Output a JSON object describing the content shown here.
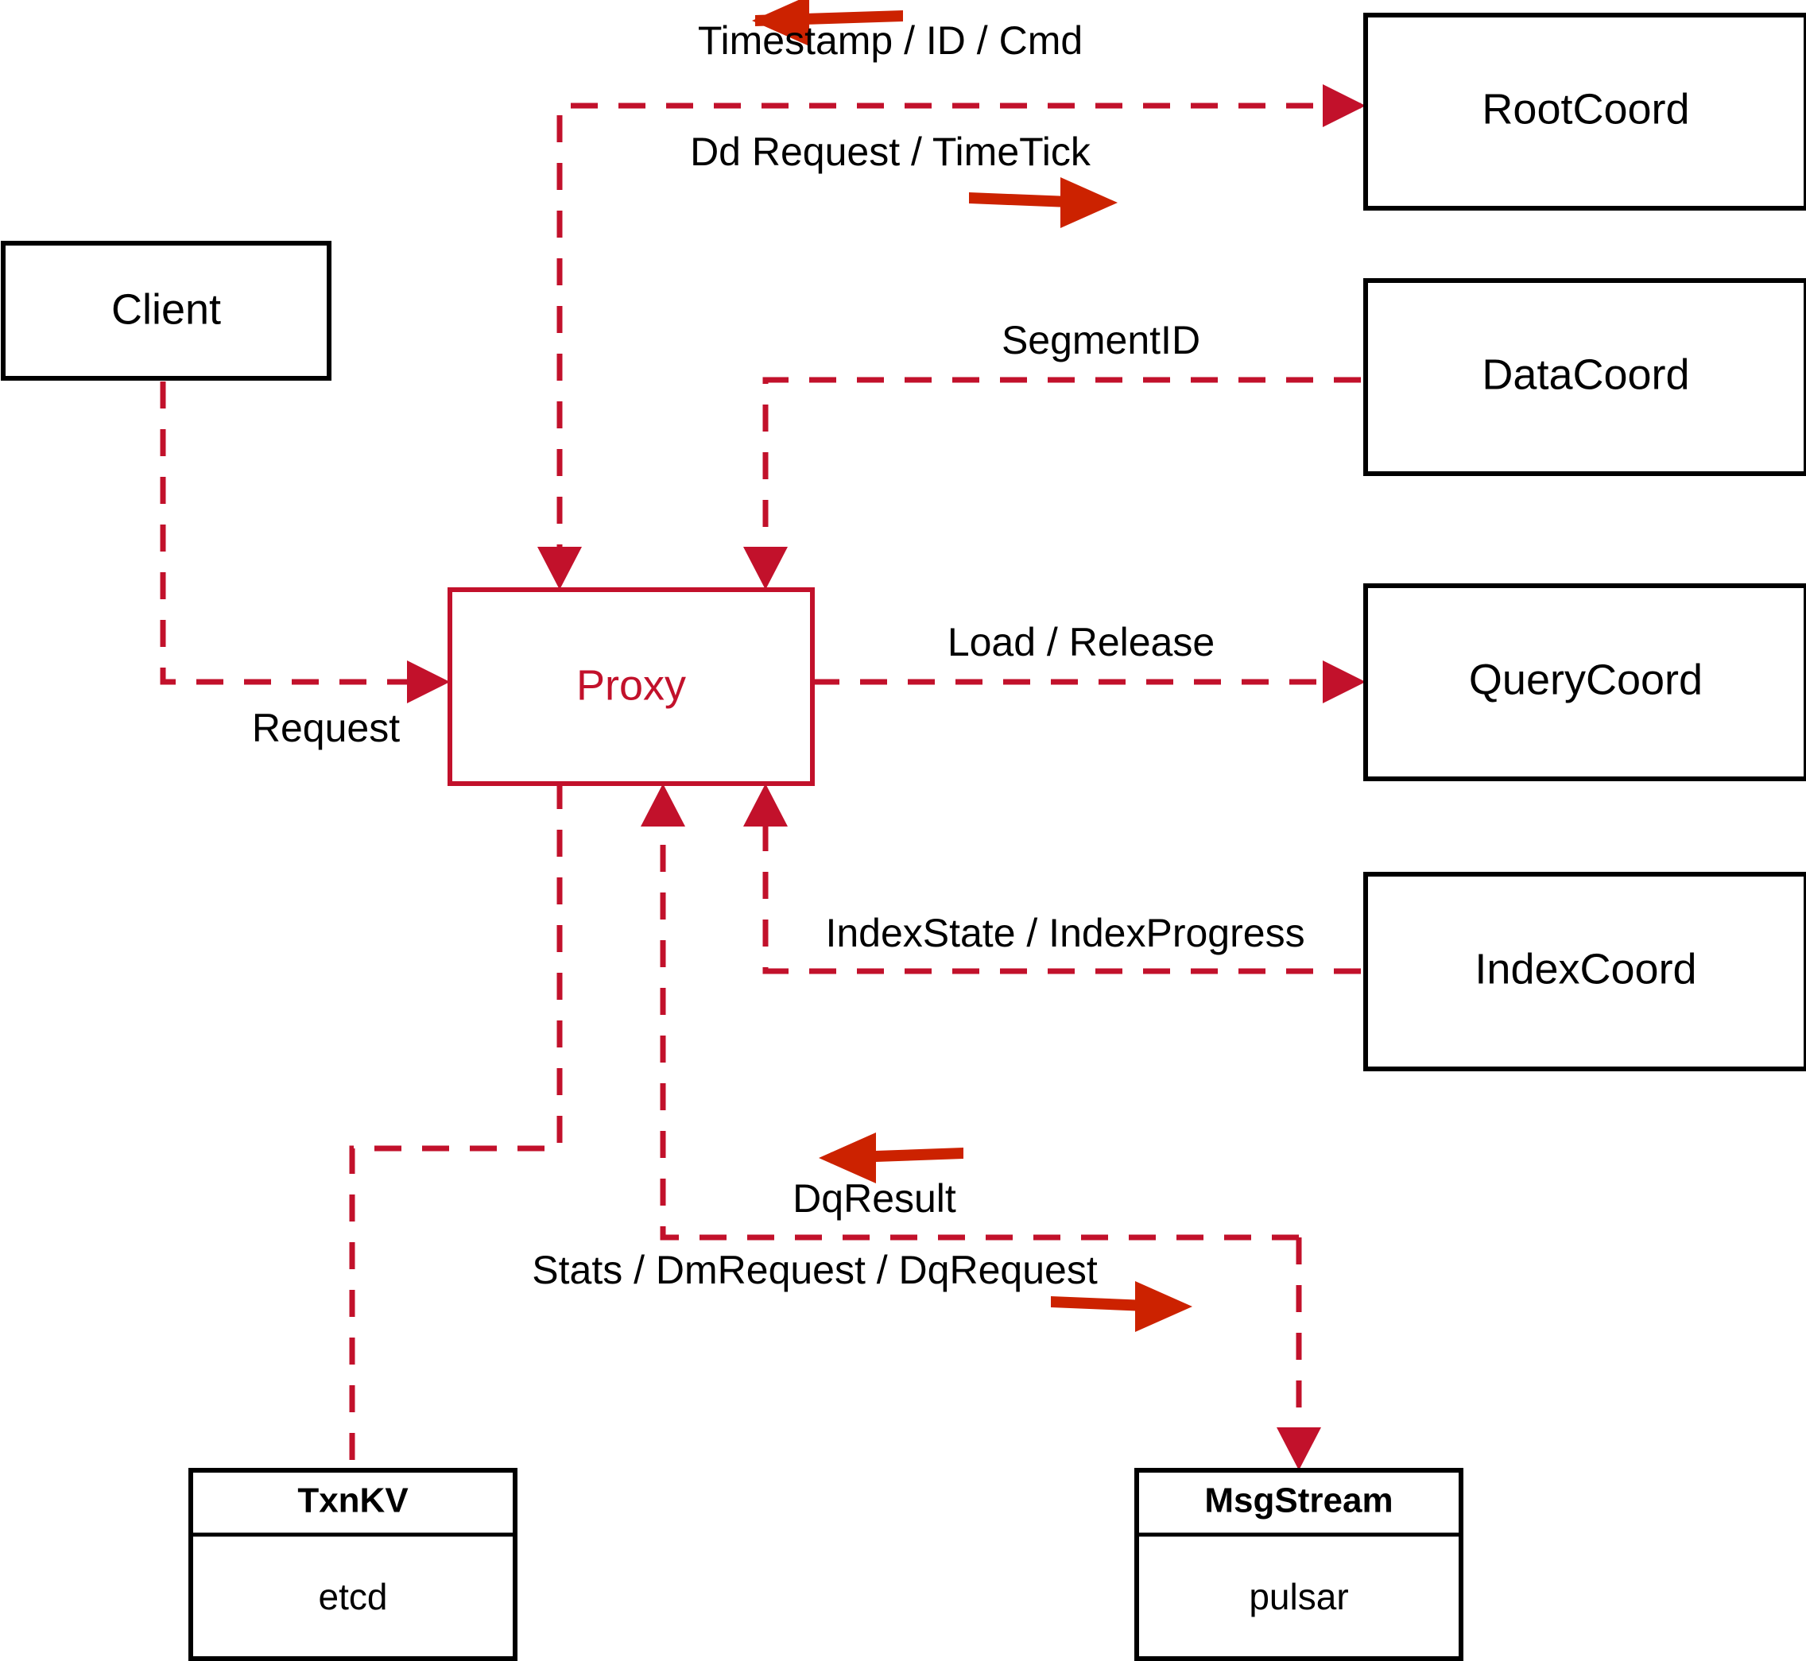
{
  "diagram": {
    "title": "Proxy component interaction diagram",
    "accent_color": "#c2112b",
    "direction_arrow_color": "#cc2200",
    "box_border_color": "#000000",
    "background_color": "#ffffff"
  },
  "nodes": {
    "client": {
      "label": "Client"
    },
    "proxy": {
      "label": "Proxy"
    },
    "root_coord": {
      "label": "RootCoord"
    },
    "data_coord": {
      "label": "DataCoord"
    },
    "query_coord": {
      "label": "QueryCoord"
    },
    "index_coord": {
      "label": "IndexCoord"
    },
    "txnkv": {
      "title": "TxnKV",
      "impl": "etcd"
    },
    "msgstream": {
      "title": "MsgStream",
      "impl": "pulsar"
    }
  },
  "edges": [
    {
      "id": "client-request",
      "label": "Request",
      "from": "client",
      "to": "proxy"
    },
    {
      "id": "rootcoord-response",
      "label": "Timestamp / ID / Cmd",
      "from": "root_coord",
      "to": "proxy"
    },
    {
      "id": "rootcoord-request",
      "label": "Dd Request / TimeTick",
      "from": "proxy",
      "to": "root_coord"
    },
    {
      "id": "datacoord-segmentid",
      "label": "SegmentID",
      "from": "data_coord",
      "to": "proxy"
    },
    {
      "id": "querycoord-load",
      "label": "Load / Release",
      "from": "proxy",
      "to": "query_coord"
    },
    {
      "id": "indexcoord-state",
      "label": "IndexState / IndexProgress",
      "from": "index_coord",
      "to": "proxy"
    },
    {
      "id": "msgstream-dqresult",
      "label": "DqResult",
      "from": "msgstream",
      "to": "proxy"
    },
    {
      "id": "msgstream-request",
      "label": "Stats / DmRequest / DqRequest",
      "from": "proxy",
      "to": "msgstream"
    }
  ],
  "direction_arrows": [
    {
      "id": "timestamp-dir",
      "points_to": "left"
    },
    {
      "id": "ddrequest-dir",
      "points_to": "right"
    },
    {
      "id": "dqresult-dir",
      "points_to": "left"
    },
    {
      "id": "dmrequest-dir",
      "points_to": "right"
    }
  ]
}
